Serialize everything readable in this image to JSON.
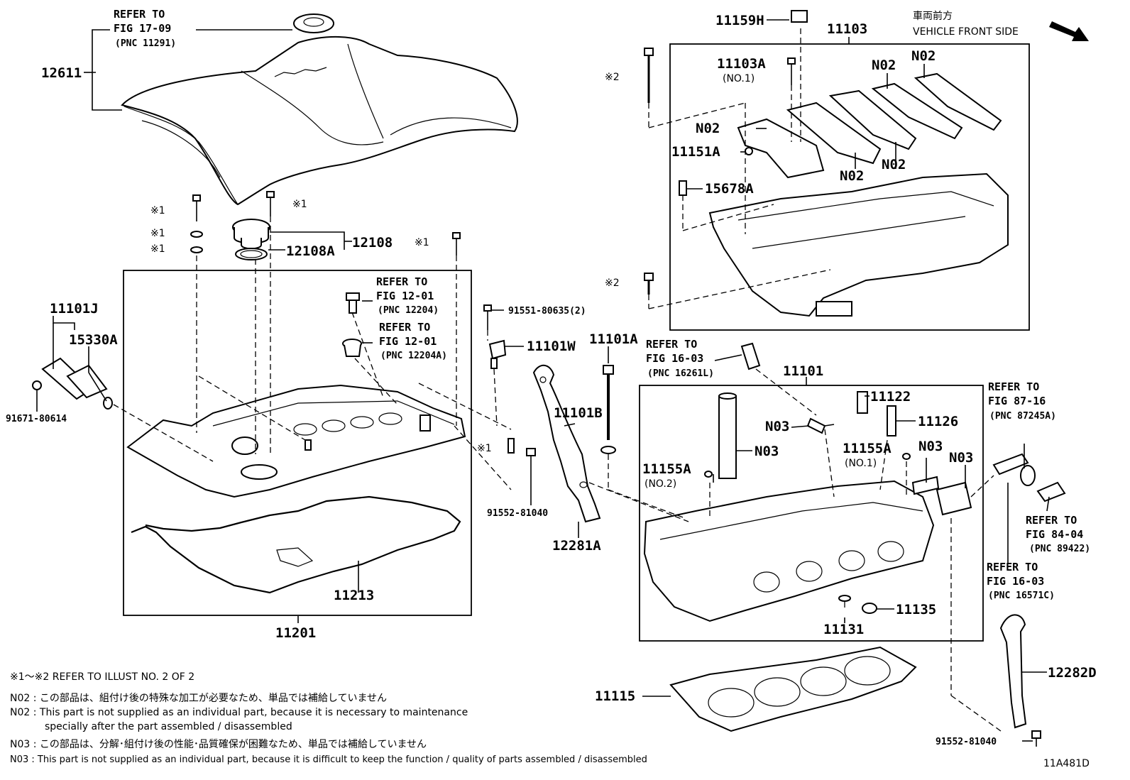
{
  "diagram_id": "11A481D",
  "orientation": {
    "jp": "車両前方",
    "en": "VEHICLE FRONT SIDE"
  },
  "parts": {
    "p12611": "12611",
    "p12108": "12108",
    "p12108A": "12108A",
    "p11101J": "11101J",
    "p15330A": "15330A",
    "p91671": "91671-80614",
    "p91551": "91551-80635(2)",
    "p11101W": "11101W",
    "p11101A": "11101A",
    "p11101B": "11101B",
    "p91552a": "91552-81040",
    "p12281A": "12281A",
    "p11213": "11213",
    "p11201": "11201",
    "p11159H": "11159H",
    "p11103": "11103",
    "p11103A": "11103A",
    "p11103A_no": "(NO.1)",
    "p11151A": "11151A",
    "p15678A": "15678A",
    "p11101": "11101",
    "p11122": "11122",
    "p11126": "11126",
    "p11155A1": "11155A",
    "p11155A1_no": "(NO.1)",
    "p11155A2": "11155A",
    "p11155A2_no": "(NO.2)",
    "p11135": "11135",
    "p11131": "11131",
    "p11115": "11115",
    "p12282D": "12282D",
    "p91552b": "91552-81040"
  },
  "codes": {
    "n02": "N02",
    "n03": "N03",
    "m1": "※1",
    "m2": "※2"
  },
  "refs": {
    "r1": {
      "l1": "REFER TO",
      "l2": "FIG 17-09",
      "l3": "(PNC 11291)"
    },
    "r2": {
      "l1": "REFER TO",
      "l2": "FIG 12-01",
      "l3": "(PNC 12204)"
    },
    "r3": {
      "l1": "REFER TO",
      "l2": "FIG 12-01",
      "l3": "(PNC 12204A)"
    },
    "r4": {
      "l1": "REFER TO",
      "l2": "FIG 16-03",
      "l3": "(PNC 16261L)"
    },
    "r5": {
      "l1": "REFER TO",
      "l2": "FIG 87-16",
      "l3": "(PNC 87245A)"
    },
    "r6": {
      "l1": "REFER TO",
      "l2": "FIG 84-04",
      "l3": "(PNC 89422)"
    },
    "r7": {
      "l1": "REFER TO",
      "l2": "FIG 16-03",
      "l3": "(PNC 16571C)"
    }
  },
  "notes": {
    "n0": "※1～※2  REFER TO ILLUST NO. 2 OF 2",
    "n1": "N02 : この部品は、組付け後の特殊な加工が必要なため、単品では補給していません",
    "n2": "N02 : This part is not supplied as an individual part, because it is necessary to maintenance",
    "n3": "specially after the part assembled / disassembled",
    "n4": "N03 : この部品は、分解･組付け後の性能･品質確保が困難なため、単品では補給していません",
    "n5": "N03 : This part is not supplied as an individual part, because it is difficult to keep the function / quality of parts  assembled / disassembled"
  }
}
